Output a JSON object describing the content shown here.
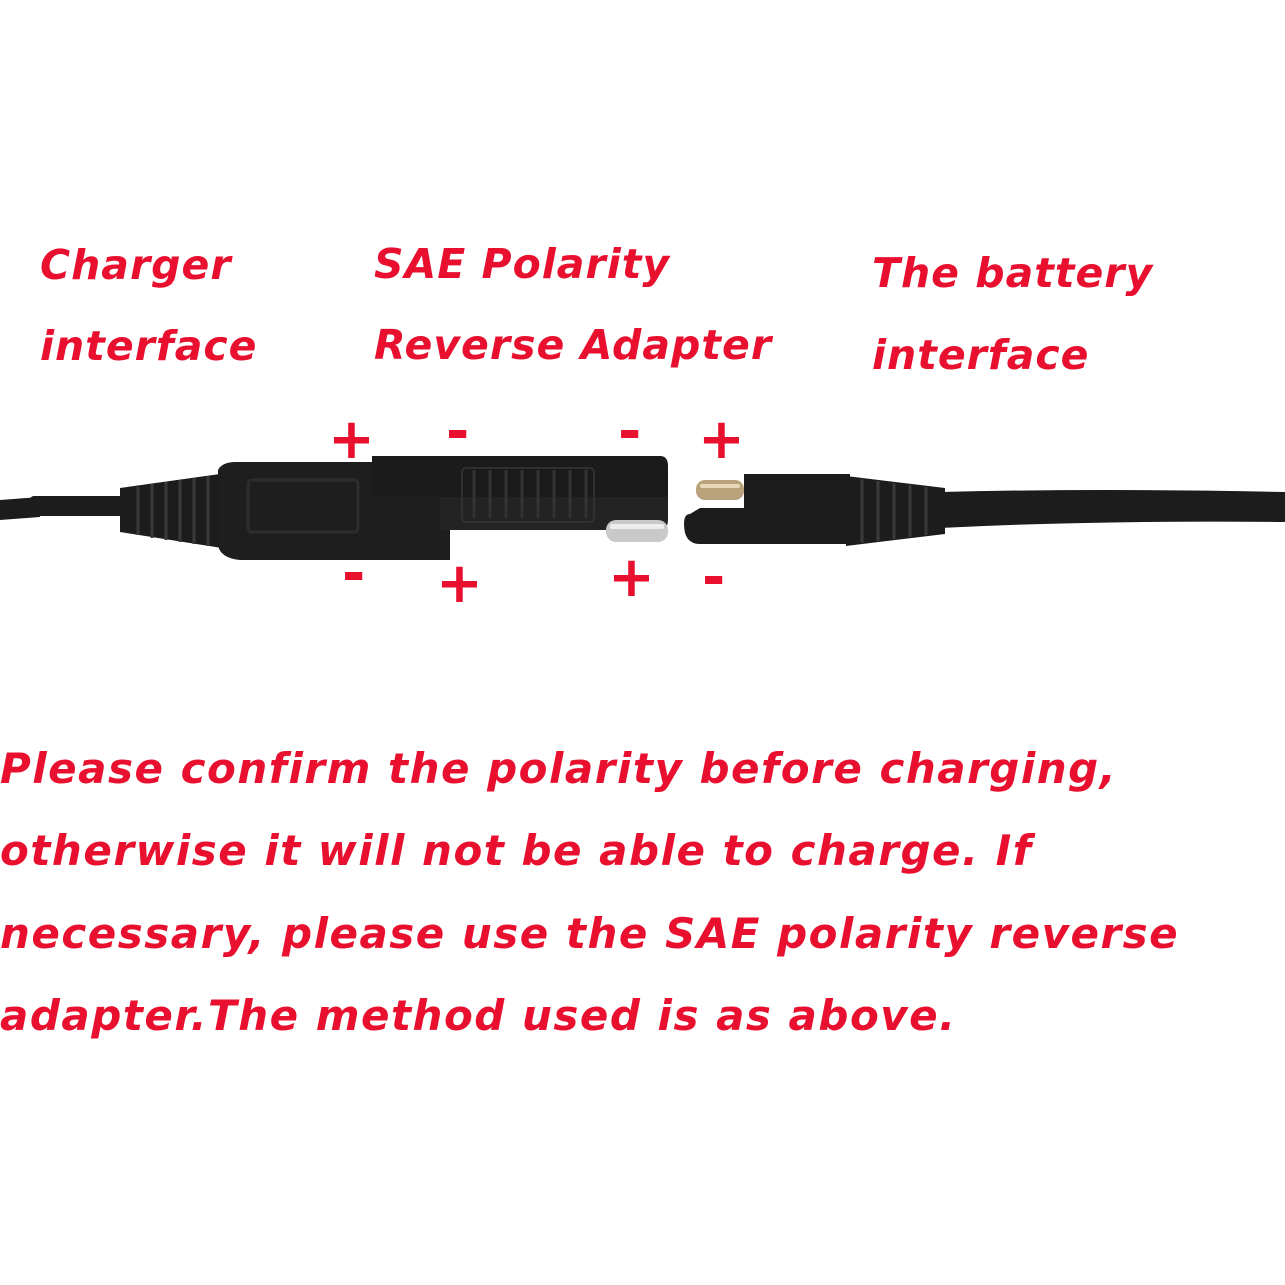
{
  "labels": {
    "charger_line1": "Charger",
    "charger_line2": "interface",
    "adapter_line1": "SAE Polarity",
    "adapter_line2": "Reverse Adapter",
    "battery_line1": "The battery",
    "battery_line2": "interface"
  },
  "polarity": {
    "top": [
      "+",
      "-",
      "-",
      "+"
    ],
    "bottom": [
      "-",
      "+",
      "+",
      "-"
    ]
  },
  "note": {
    "lines": [
      "Please confirm the polarity before charging,",
      "otherwise it will not be able to charge. If",
      "necessary, please use the SAE polarity reverse",
      "adapter.The method used is as above."
    ]
  },
  "colors": {
    "accent": "#e8102e",
    "connector": "#1c1c1c",
    "pin": "#c9c9c9"
  }
}
